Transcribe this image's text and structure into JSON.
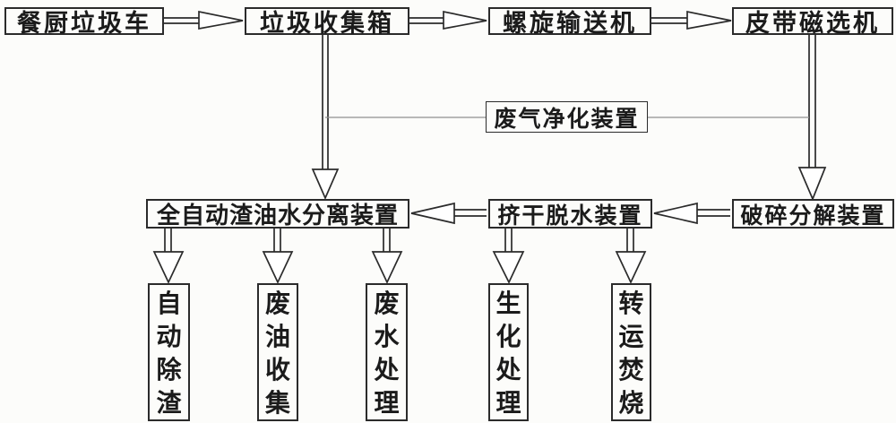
{
  "colors": {
    "background": "#fcfcfa",
    "box_border": "#2b2b2b",
    "text": "#1b1b1b",
    "thin_connector_line": "#8f8f8f",
    "arrowhead_fill": "#ffffff"
  },
  "nodes": {
    "kitchen_waste_truck": "餐厨垃圾车",
    "garbage_collection_box": "垃圾收集箱",
    "screw_conveyor": "螺旋输送机",
    "belt_magnetic_separator": "皮带磁选机",
    "waste_gas_purification_device": "废气净化装置",
    "auto_slag_oil_water_separation_device": "全自动渣油水分离装置",
    "squeeze_dewatering_device": "挤干脱水装置",
    "crushing_decomposition_device": "破碎分解装置",
    "auto_slag_removal": "自动除渣",
    "waste_oil_collection": "废油收集",
    "waste_water_treatment": "废水处理",
    "biochemical_treatment": "生化处理",
    "transfer_incineration": "转运焚烧"
  }
}
